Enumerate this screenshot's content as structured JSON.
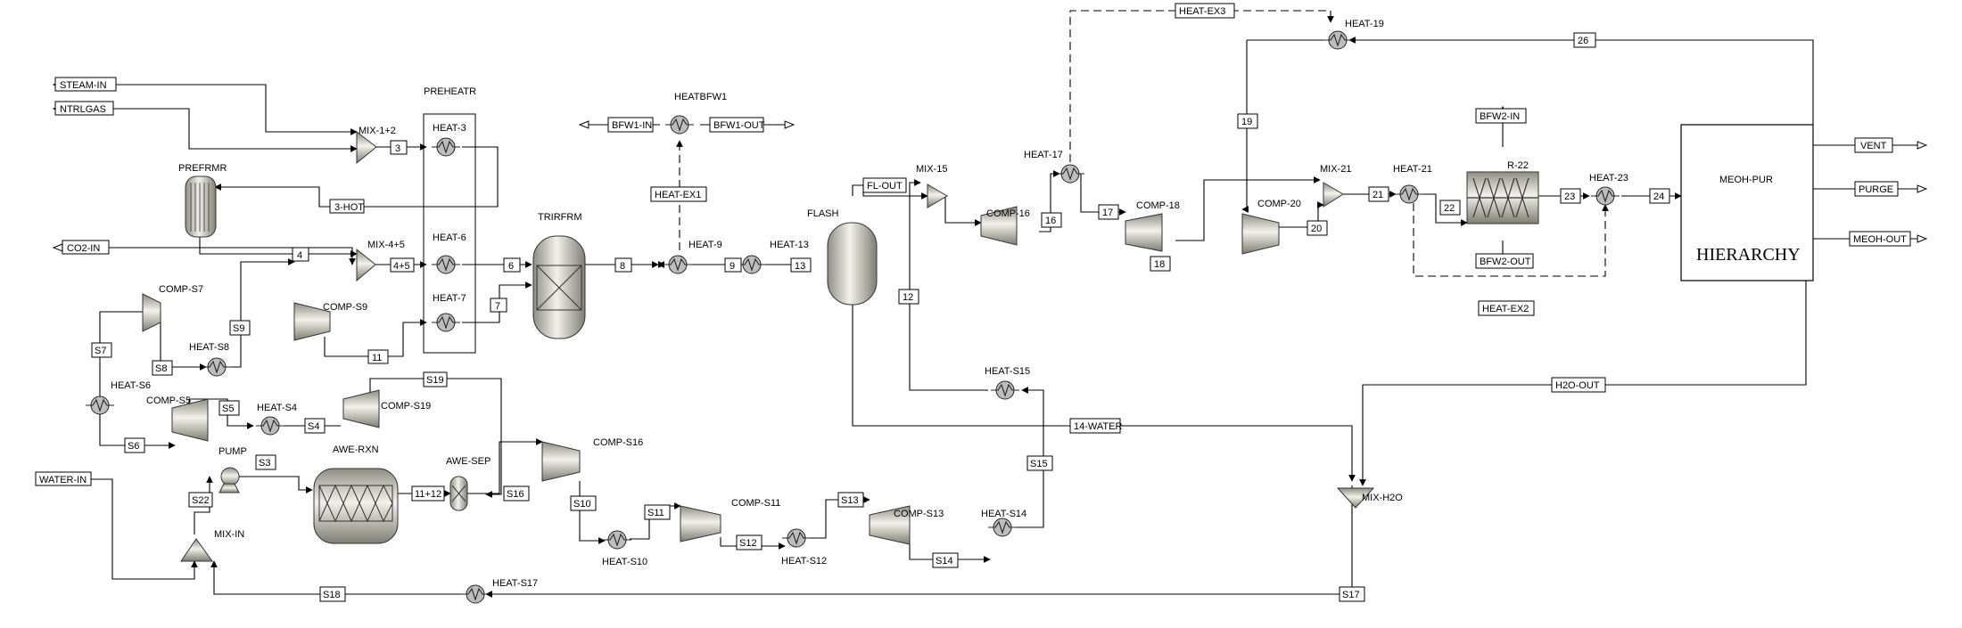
{
  "blocks": {
    "preheatr": "PREHEATR",
    "heat3": "HEAT-3",
    "heat6": "HEAT-6",
    "heat7": "HEAT-7",
    "mix12": "MIX-1+2",
    "mix45": "MIX-4+5",
    "prerfrmr": "PREFRMR",
    "comps7": "COMP-S7",
    "heats8": "HEAT-S8",
    "comps9": "COMP-S9",
    "heats6": "HEAT-S6",
    "comps5": "COMP-S5",
    "heats4": "HEAT-S4",
    "comps19": "COMP-S19",
    "pump": "PUMP",
    "mixin": "MIX-IN",
    "awerxn": "AWE-RXN",
    "awesep": "AWE-SEP",
    "comps16": "COMP-S16",
    "heats10": "HEAT-S10",
    "comps11": "COMP-S11",
    "heats12": "HEAT-S12",
    "comps13": "COMP-S13",
    "heats14": "HEAT-S14",
    "heats15": "HEAT-S15",
    "heats17": "HEAT-S17",
    "trirfrm": "TRIRFRM",
    "heatbfw1": "HEATBFW1",
    "heat9": "HEAT-9",
    "heat13": "HEAT-13",
    "flash": "FLASH",
    "mix15": "MIX-15",
    "comp16": "COMP-16",
    "heat17": "HEAT-17",
    "comp18": "COMP-18",
    "heat19": "HEAT-19",
    "comp20": "COMP-20",
    "mix21": "MIX-21",
    "heat21": "HEAT-21",
    "r22": "R-22",
    "heat23": "HEAT-23",
    "meohpur": "MEOH-PUR",
    "hierarchy": "HIERARCHY",
    "mixh2o": "MIX-H2O"
  },
  "streams": {
    "steam_in": "STEAM-IN",
    "ntrlgas": "NTRLGAS",
    "co2_in": "CO2-IN",
    "water_in": "WATER-IN",
    "s3": "3",
    "s3hot": "3-HOT",
    "s4": "4",
    "s45": "4+5",
    "s6": "6",
    "s7": "7",
    "s8": "8",
    "s9": "9",
    "s11": "11",
    "s12": "12",
    "s13": "13",
    "s16": "16",
    "s17": "17",
    "s18": "18",
    "s19": "19",
    "s20": "20",
    "s21": "21",
    "s22": "22",
    "s23": "23",
    "s24": "24",
    "s26": "26",
    "ss3": "S3",
    "ss4": "S4",
    "ss5": "S5",
    "ss6": "S6",
    "ss7": "S7",
    "ss8": "S8",
    "ss9": "S9",
    "ss10": "S10",
    "ss11": "S11",
    "ss12": "S12",
    "ss13": "S13",
    "ss14": "S14",
    "ss15": "S15",
    "ss16": "S16",
    "ss17": "S17",
    "ss18": "S18",
    "ss19": "S19",
    "ss22": "S22",
    "s1112": "11+12",
    "bfw1_in": "BFW1-IN",
    "bfw1_out": "BFW1-OUT",
    "bfw2_in": "BFW2-IN",
    "bfw2_out": "BFW2-OUT",
    "heat_ex1": "HEAT-EX1",
    "heat_ex2": "HEAT-EX2",
    "heat_ex3": "HEAT-EX3",
    "fl_out": "FL-OUT",
    "water14": "14-WATER",
    "h2o_out": "H2O-OUT",
    "vent": "VENT",
    "purge": "PURGE",
    "meoh_out": "MEOH-OUT"
  }
}
